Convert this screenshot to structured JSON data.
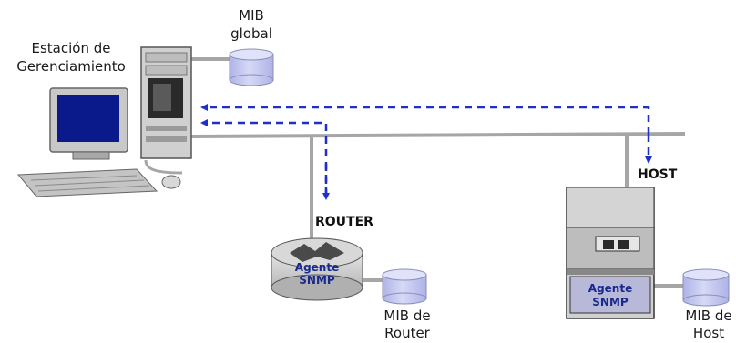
{
  "labels": {
    "station_line1": "Estación de",
    "station_line2": "Gerenciamiento",
    "mib_global_line1": "MIB",
    "mib_global_line2": "global",
    "router": "ROUTER",
    "host": "HOST",
    "router_agent_line1": "Agente",
    "router_agent_line2": "SNMP",
    "host_agent_line1": "Agente",
    "host_agent_line2": "SNMP",
    "mib_router_line1": "MIB de",
    "mib_router_line2": "Router",
    "mib_host_line1": "MIB de",
    "mib_host_line2": "Host"
  },
  "colors": {
    "network_line": "#a6a6a6",
    "dashed_arrow": "#1f2fc8",
    "database_fill": "#c9cdf0",
    "database_stroke": "#8a8fb8",
    "agent_text": "#1a2a8c",
    "device_gray": "#c8c8c8",
    "monitor_screen": "#0a1a8a"
  },
  "icons": {
    "workstation": "computer-tower-icon",
    "router": "router-icon",
    "host": "server-host-icon",
    "database": "database-cylinder-icon"
  }
}
